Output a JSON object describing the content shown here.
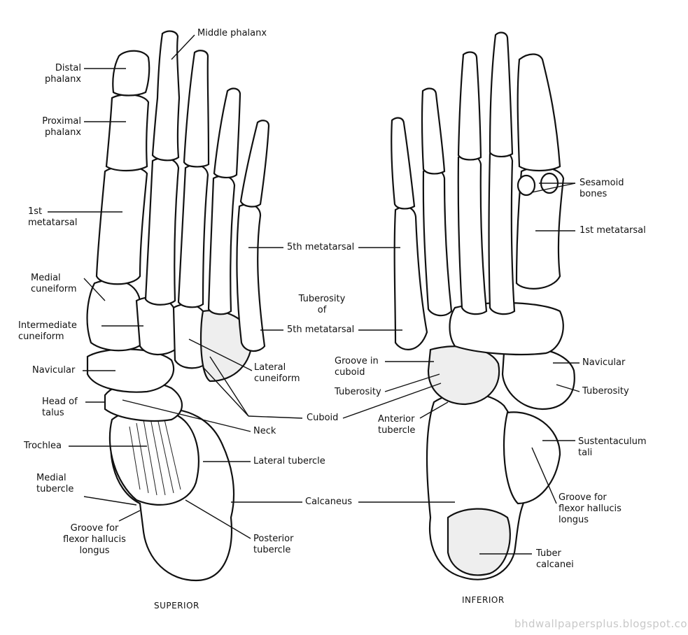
{
  "figure": {
    "views": {
      "superior": "SUPERIOR",
      "inferior": "INFERIOR"
    },
    "labels_left": {
      "distal_phalanx": "Distal\nphalanx",
      "middle_phalanx": "Middle phalanx",
      "proximal_phalanx": "Proximal\nphalanx",
      "first_metatarsal": "1st\nmetatarsal",
      "medial_cuneiform": "Medial\ncuneiform",
      "intermediate_cuneiform": "Intermediate\ncuneiform",
      "navicular": "Navicular",
      "head_of_talus": "Head of\ntalus",
      "trochlea": "Trochlea",
      "medial_tubercle": "Medial\ntubercle",
      "groove_fhl": "Groove for\nflexor hallucis\nlongus"
    },
    "labels_center": {
      "fifth_metatarsal": "5th metatarsal",
      "tuberosity_of": "Tuberosity\nof",
      "fifth_metatarsal_2": "5th metatarsal",
      "lateral_cuneiform": "Lateral\ncuneiform",
      "cuboid": "Cuboid",
      "neck": "Neck",
      "lateral_tubercle": "Lateral tubercle",
      "calcaneus": "Calcaneus",
      "posterior_tubercle": "Posterior\ntubercle",
      "groove_in_cuboid": "Groove in\ncuboid",
      "tuberosity_cuboid": "Tuberosity",
      "anterior_tubercle": "Anterior\ntubercle"
    },
    "labels_right": {
      "sesamoid_bones": "Sesamoid\nbones",
      "first_metatarsal": "1st metatarsal",
      "navicular": "Navicular",
      "tuberosity": "Tuberosity",
      "sustentaculum_tali": "Sustentaculum\ntali",
      "groove_fhl": "Groove for\nflexor hallucis\nlongus",
      "tuber_calcanei": "Tuber\ncalcanei"
    },
    "watermark": "bhdwallpapersplus.blogspot.com"
  }
}
